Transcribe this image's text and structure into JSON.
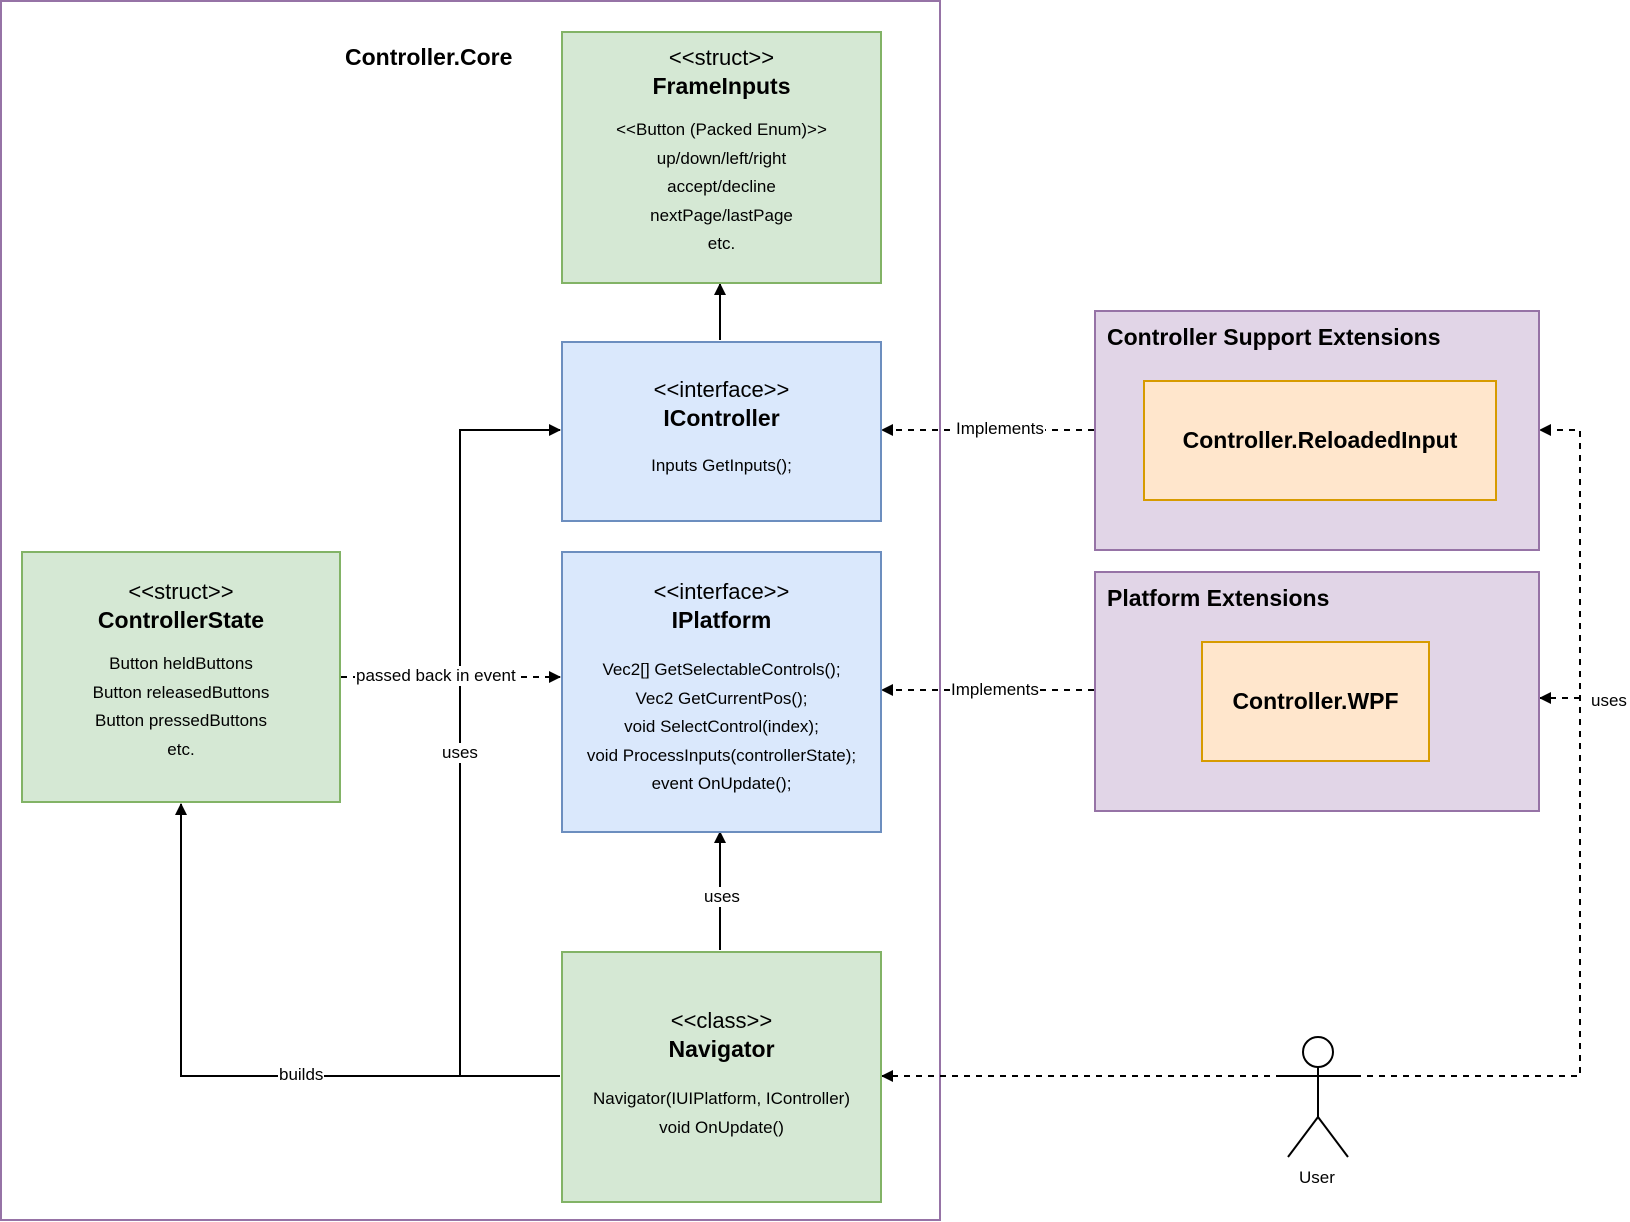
{
  "core": {
    "title": "Controller.Core"
  },
  "frame_inputs": {
    "stereotype": "<<struct>>",
    "name": "FrameInputs",
    "members": [
      "<<Button (Packed Enum)>>",
      "up/down/left/right",
      "accept/decline",
      "nextPage/lastPage",
      "etc."
    ]
  },
  "icontroller": {
    "stereotype": "<<interface>>",
    "name": "IController",
    "members": [
      "Inputs GetInputs();"
    ]
  },
  "iplatform": {
    "stereotype": "<<interface>>",
    "name": "IPlatform",
    "members": [
      "Vec2[] GetSelectableControls();",
      "Vec2 GetCurrentPos();",
      "void SelectControl(index);",
      "void ProcessInputs(controllerState);",
      "event OnUpdate();"
    ]
  },
  "controller_state": {
    "stereotype": "<<struct>>",
    "name": "ControllerState",
    "members": [
      "Button heldButtons",
      "Button releasedButtons",
      "Button pressedButtons",
      "etc."
    ]
  },
  "navigator": {
    "stereotype": "<<class>>",
    "name": "Navigator",
    "members": [
      "Navigator(IUIPlatform, IController)",
      "void OnUpdate()"
    ]
  },
  "support_ext": {
    "title": "Controller Support Extensions",
    "inner": "Controller.ReloadedInput"
  },
  "platform_ext": {
    "title": "Platform Extensions",
    "inner": "Controller.WPF"
  },
  "edges": {
    "passed_back": "passed back in event",
    "uses_left": "uses",
    "uses_nav": "uses",
    "builds": "builds",
    "implements_top": "Implements",
    "implements_bottom": "Implements",
    "uses_right": "uses"
  },
  "actor": {
    "label": "User"
  },
  "colors": {
    "green_fill": "#d5e8d4",
    "green_stroke": "#82b366",
    "blue_fill": "#dae8fc",
    "blue_stroke": "#6c8ebf",
    "purple_fill": "#e1d5e7",
    "purple_stroke": "#9673a6",
    "orange_fill": "#ffe6cc",
    "orange_stroke": "#d79b00"
  }
}
